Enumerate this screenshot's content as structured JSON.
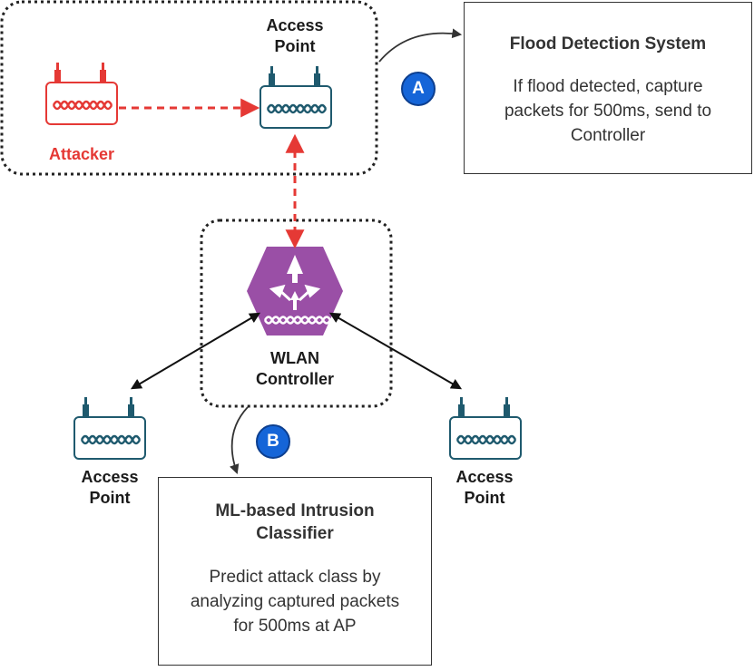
{
  "colors": {
    "attack": "#e53935",
    "access_point": "#1f5a6e",
    "controller": "#9a4fa6",
    "badge": "#1565d8",
    "line": "#333333"
  },
  "labels": {
    "attacker": "Attacker",
    "top_ap_line1": "Access",
    "top_ap_line2": "Point",
    "controller_line1": "WLAN",
    "controller_line2": "Controller",
    "left_ap_line1": "Access",
    "left_ap_line2": "Point",
    "right_ap_line1": "Access",
    "right_ap_line2": "Point"
  },
  "flood_box": {
    "title": "Flood Detection System",
    "body_line1": "If flood detected, capture",
    "body_line2": "packets for 500ms, send to",
    "body_line3": "Controller"
  },
  "classifier_box": {
    "title_line1": "ML-based Intrusion",
    "title_line2": "Classifier",
    "body_line1": "Predict attack class by",
    "body_line2": "analyzing captured packets",
    "body_line3": "for 500ms at AP"
  },
  "badges": {
    "a": "A",
    "b": "B"
  },
  "icons": {
    "attacker": "router-icon",
    "access_point": "router-icon",
    "controller": "wlan-controller-icon"
  }
}
